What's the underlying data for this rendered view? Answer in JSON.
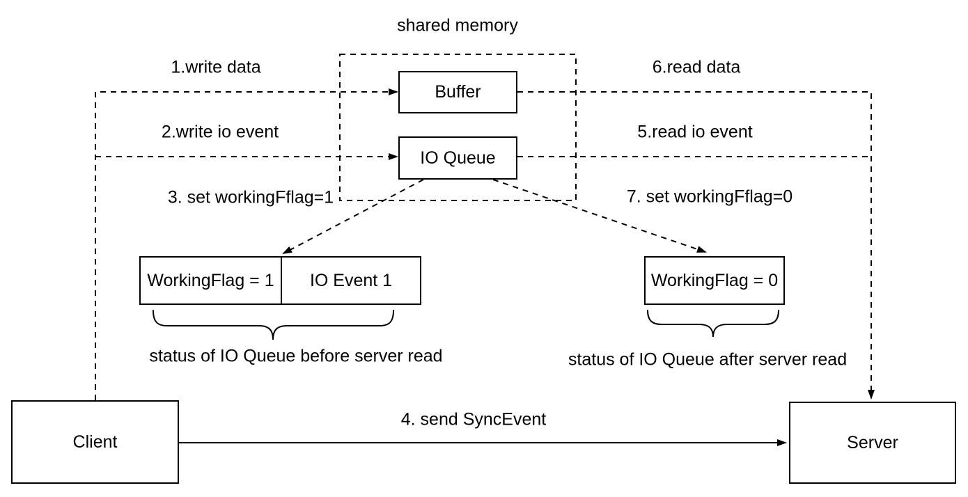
{
  "diagram": {
    "title": "shared memory",
    "boxes": {
      "buffer": "Buffer",
      "io_queue": "IO Queue",
      "working_flag_1": "WorkingFlag = 1",
      "io_event_1": "IO Event 1",
      "working_flag_0": "WorkingFlag = 0",
      "client": "Client",
      "server": "Server"
    },
    "edge_labels": {
      "step1": "1.write data",
      "step2": "2.write io event",
      "step3": "3. set workingFflag=1",
      "step4": "4. send SyncEvent",
      "step5": "5.read io event",
      "step6": "6.read data",
      "step7": "7. set workingFflag=0"
    },
    "captions": {
      "before_read": "status of IO Queue before server read",
      "after_read": "status of IO Queue after server read"
    },
    "colors": {
      "stroke": "#000000",
      "background": "#ffffff"
    }
  }
}
